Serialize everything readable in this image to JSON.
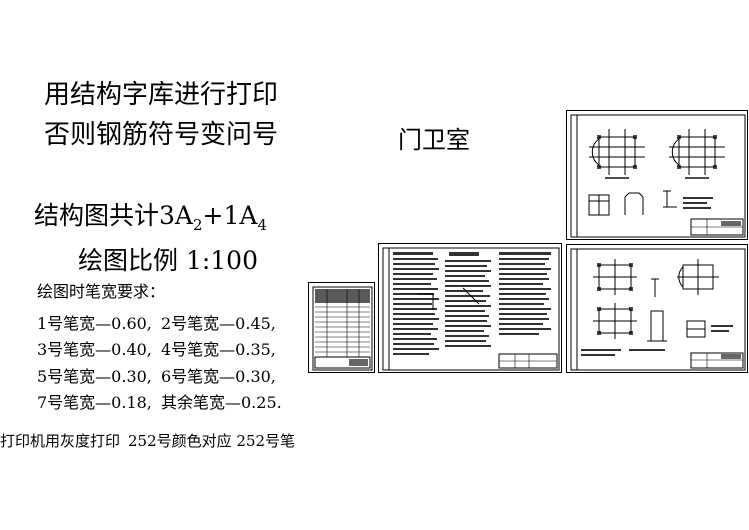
{
  "notes": {
    "line1": "用结构字库进行打印",
    "line2": "否则钢筋符号变问号",
    "summary_prefix": "结构图共计3A",
    "summary_sub1": "2",
    "summary_mid": "+1A",
    "summary_sub2": "4",
    "scale": "绘图比例 1:100",
    "pen_header": "绘图时笔宽要求：",
    "pens": [
      [
        "1号笔宽—0.60,",
        "2号笔宽—0.45,"
      ],
      [
        "3号笔宽—0.40,",
        "4号笔宽—0.35,"
      ],
      [
        "5号笔宽—0.30,",
        "6号笔宽—0.30,"
      ],
      [
        "7号笔宽—0.18,",
        "其余笔宽—0.25."
      ]
    ],
    "printer": "打印机用灰度打印",
    "color_note": "252号颜色对应 252号笔"
  },
  "title": "门卫室",
  "sheets": [
    {
      "name": "sheet-a4-list",
      "size": "A4"
    },
    {
      "name": "sheet-a2-notes",
      "size": "A2"
    },
    {
      "name": "sheet-a2-plans-top",
      "size": "A2"
    },
    {
      "name": "sheet-a2-plans-bottom",
      "size": "A2"
    }
  ]
}
